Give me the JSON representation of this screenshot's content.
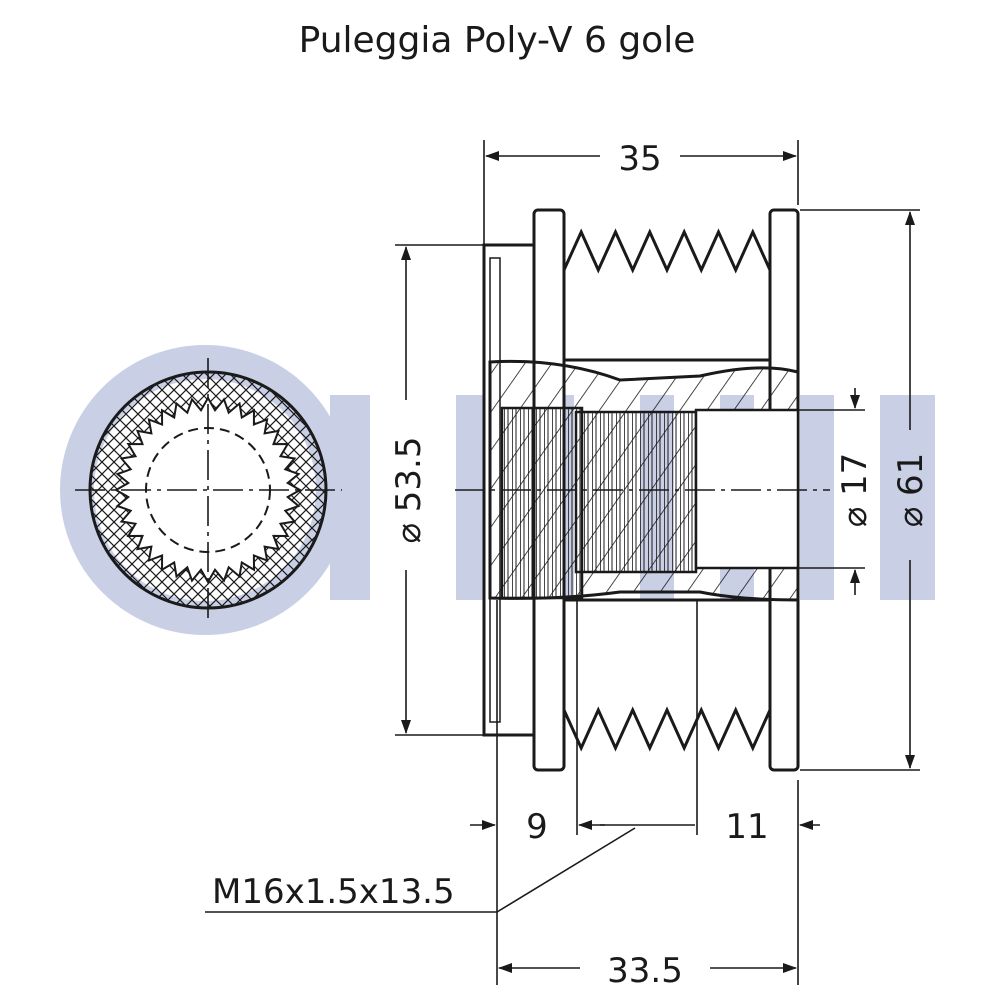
{
  "title": "Puleggia Poly-V 6 gole",
  "watermark": {
    "text": "RUVILLE",
    "color": "#c9d0e6"
  },
  "dimensions": {
    "total_width": "35",
    "hub_width": "33.5",
    "diameter_inner_body": "⌀ 53.5",
    "diameter_bore": "⌀ 17",
    "diameter_outer": "⌀ 61",
    "thread_length": "9",
    "bore_depth": "11",
    "thread_spec": "M16x1.5x13.5"
  },
  "colors": {
    "line": "#1a1a1a",
    "background": "#ffffff"
  }
}
